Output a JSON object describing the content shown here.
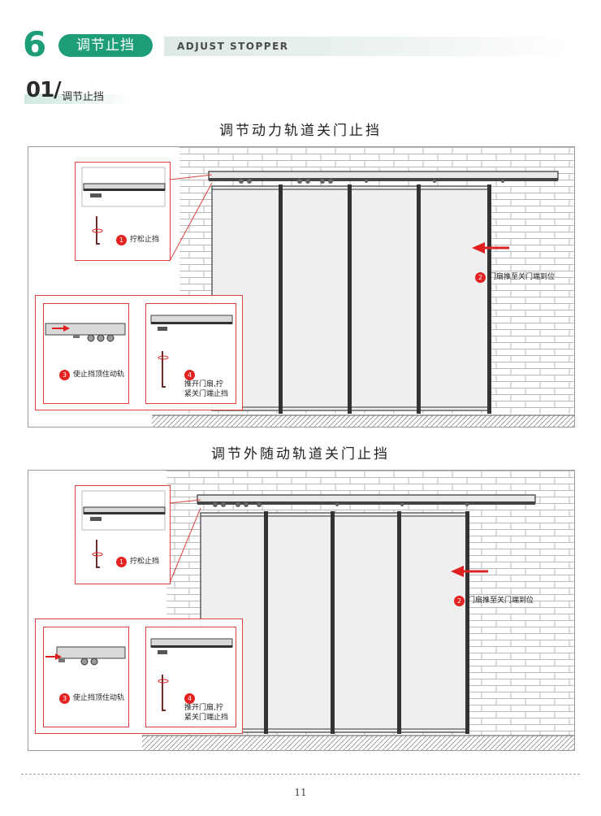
{
  "header": {
    "chapter_number": "6",
    "chapter_title": "调节止挡",
    "chapter_title_en": "ADJUST STOPPER"
  },
  "subheader": {
    "number": "01/",
    "title": "调节止挡"
  },
  "sections": [
    {
      "title": "调节动力轨道关门止挡",
      "steps": [
        {
          "num": "1",
          "text": "拧松止挡"
        },
        {
          "num": "2",
          "text": "门扇推至关门端到位"
        },
        {
          "num": "3",
          "text": "使止挡顶住动轨"
        },
        {
          "num": "4",
          "text_line1": "推开门扇,拧",
          "text_line2": "紧关门端止挡"
        }
      ]
    },
    {
      "title": "调节外随动轨道关门止挡",
      "steps": [
        {
          "num": "1",
          "text": "拧松止挡"
        },
        {
          "num": "2",
          "text": "门扇推至关门端到位"
        },
        {
          "num": "3",
          "text": "使止挡顶住动轨"
        },
        {
          "num": "4",
          "text_line1": "推开门扇,拧",
          "text_line2": "紧关门端止挡"
        }
      ]
    }
  ],
  "footer": {
    "page_number": "11"
  },
  "colors": {
    "accent": "#1e9e78",
    "highlight": "#e04040",
    "badge": "#e52222"
  }
}
